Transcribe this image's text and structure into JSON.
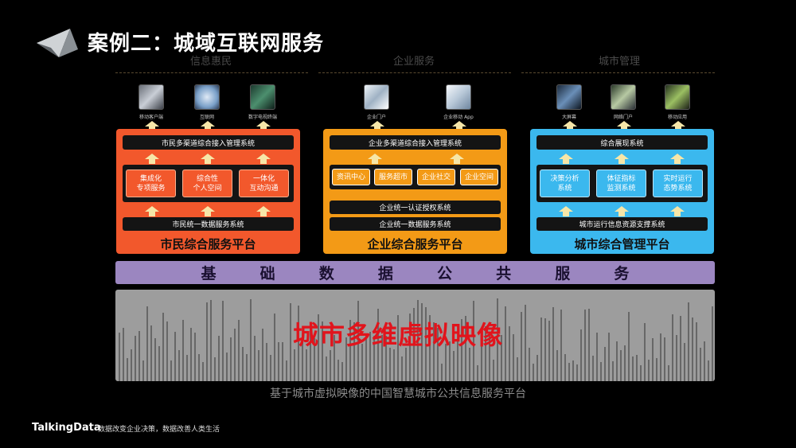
{
  "title": "案例二：城域互联网服务",
  "sections": [
    "信息惠民",
    "企业服务",
    "城市管理"
  ],
  "citizen": {
    "icons": [
      "移动客户端",
      "互联网",
      "数字电视终端"
    ],
    "top_bar": "市民多渠道综合接入管理系统",
    "chips": [
      [
        "集成化",
        "专项服务"
      ],
      [
        "综合性",
        "个人空间"
      ],
      [
        "一体化",
        "互动沟通"
      ]
    ],
    "bottom_bar": "市民统一数据服务系统",
    "title": "市民综合服务平台",
    "color": "#f2582c"
  },
  "enterprise": {
    "icons": [
      "企业门户",
      "企业移动 App"
    ],
    "top_bar": "企业多渠道综合接入管理系统",
    "chips": [
      "资讯中心",
      "服务超市",
      "企业社交",
      "企业空间"
    ],
    "bars": [
      "企业统一认证授权系统",
      "企业统一数据服务系统"
    ],
    "title": "企业综合服务平台",
    "color": "#f39a16"
  },
  "city": {
    "icons": [
      "大屏幕",
      "网络门户",
      "移动应用"
    ],
    "top_bar": "综合展现系统",
    "chips": [
      [
        "决策分析",
        "系统"
      ],
      [
        "体征指标",
        "监测系统"
      ],
      [
        "实时运行",
        "态势系统"
      ]
    ],
    "bottom_bar": "城市运行信息资源支撑系统",
    "title": "城市综合管理平台",
    "color": "#3bb8ee"
  },
  "base": [
    "基",
    "础",
    "数",
    "据",
    "公",
    "共",
    "服",
    "务"
  ],
  "virtual_city": "城市多维虚拟映像",
  "subtitle": "基于城市虚拟映像的中国智慧城市公共信息服务平台",
  "footer": {
    "brand": "TalkingData",
    "slogan": "数据改变企业决策，数据改善人类生活"
  }
}
